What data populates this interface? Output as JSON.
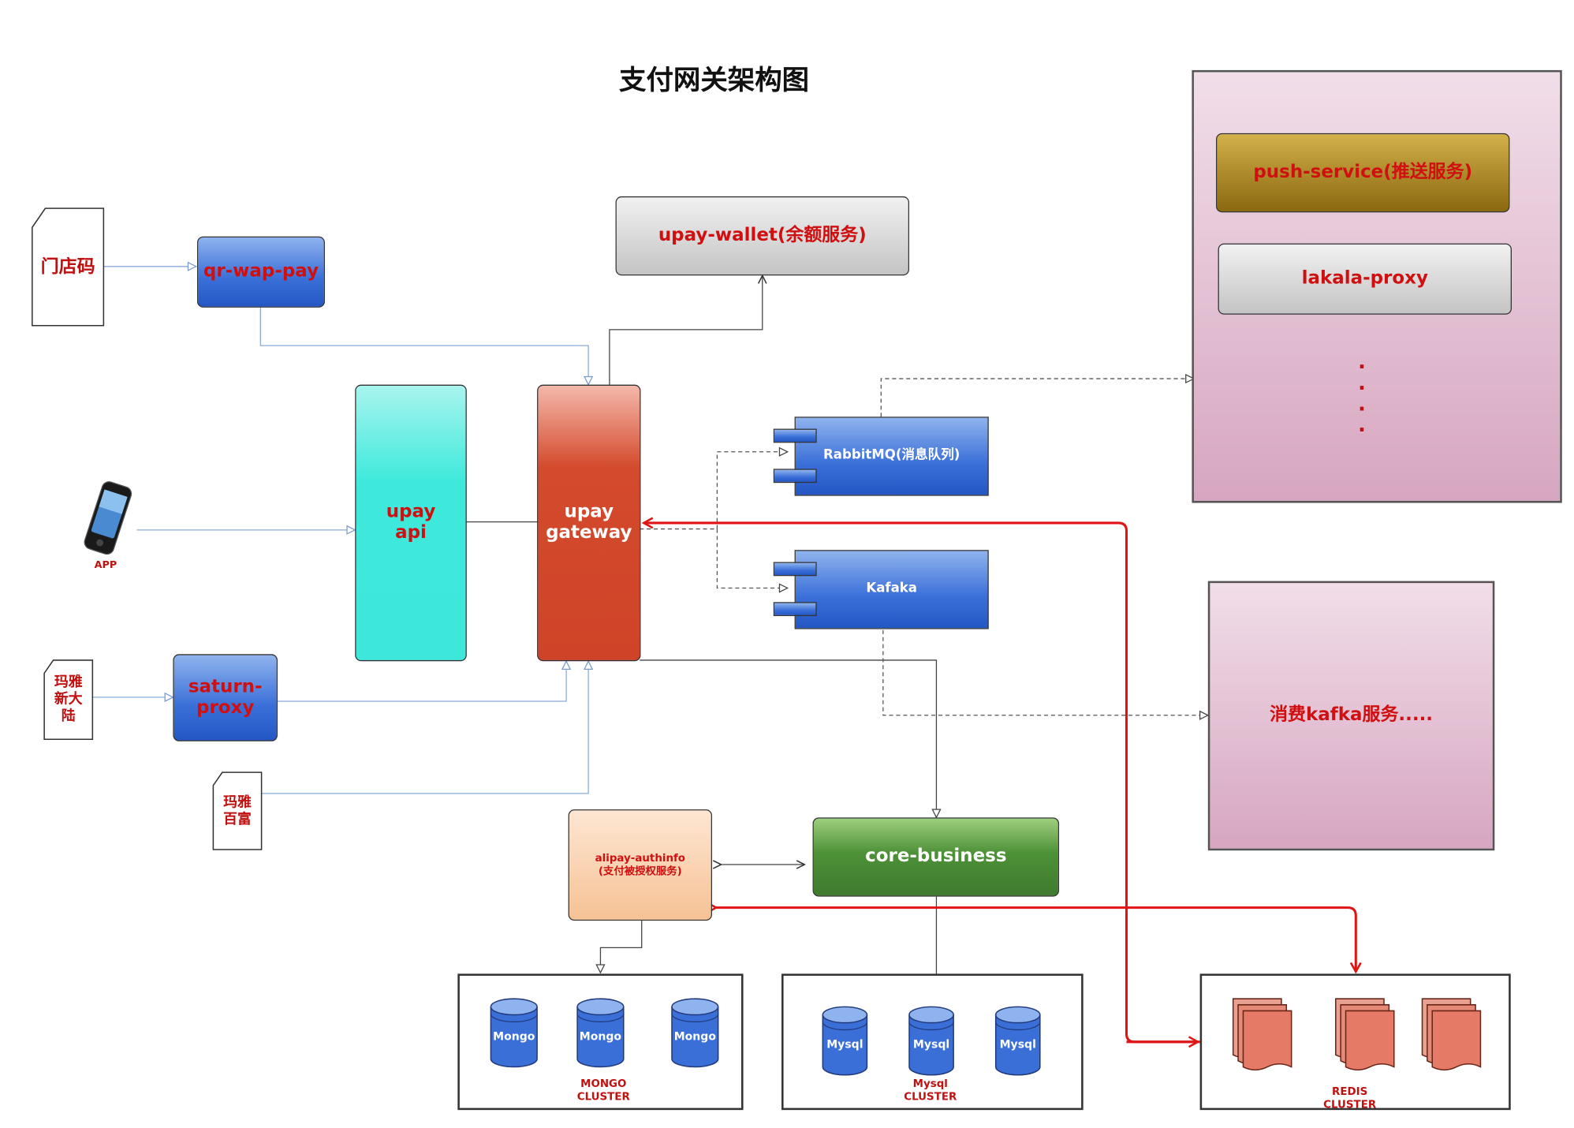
{
  "title": "支付网关架构图",
  "sources": {
    "store_code": "门店码",
    "app": "APP",
    "maya_mainland": "玛雅新大陆",
    "maya_baifu": "玛雅百富"
  },
  "nodes": {
    "qr_wap_pay": "qr-wap-pay",
    "saturn_proxy": "saturn-proxy",
    "upay_api": "upay api",
    "upay_gateway": "upay gateway",
    "upay_wallet": "upay-wallet(余额服务)",
    "rabbitmq": "RabbitMQ(消息队列)",
    "kafka": "Kafaka",
    "push_service": "push-service(推送服务)",
    "lakala_proxy": "lakala-proxy",
    "more_dots": "·\n·\n·\n·",
    "kafka_consumers": "消费kafka服务.....",
    "alipay_authinfo": "alipay-authinfo\n(支付被授权服务)",
    "core_business": "core-business"
  },
  "clusters": {
    "mongo": {
      "node_label": "Mongo",
      "caption": "MONGO\nCLUSTER"
    },
    "mysql": {
      "node_label": "Mysql",
      "caption": "Mysql\nCLUSTER"
    },
    "redis": {
      "caption": "REDIS\nCLUSTER"
    }
  },
  "colors": {
    "accent_red": "#d01010",
    "gateway_red": "#cf4428",
    "api_cyan": "#3ee9dc",
    "service_blue": "#3a6fd8",
    "core_green": "#3f7a2e",
    "push_brown": "#8a6810",
    "panel_pink": "#d7a6c0",
    "auth_peach": "#f8c8a0",
    "redis_salmon": "#e57a66"
  }
}
